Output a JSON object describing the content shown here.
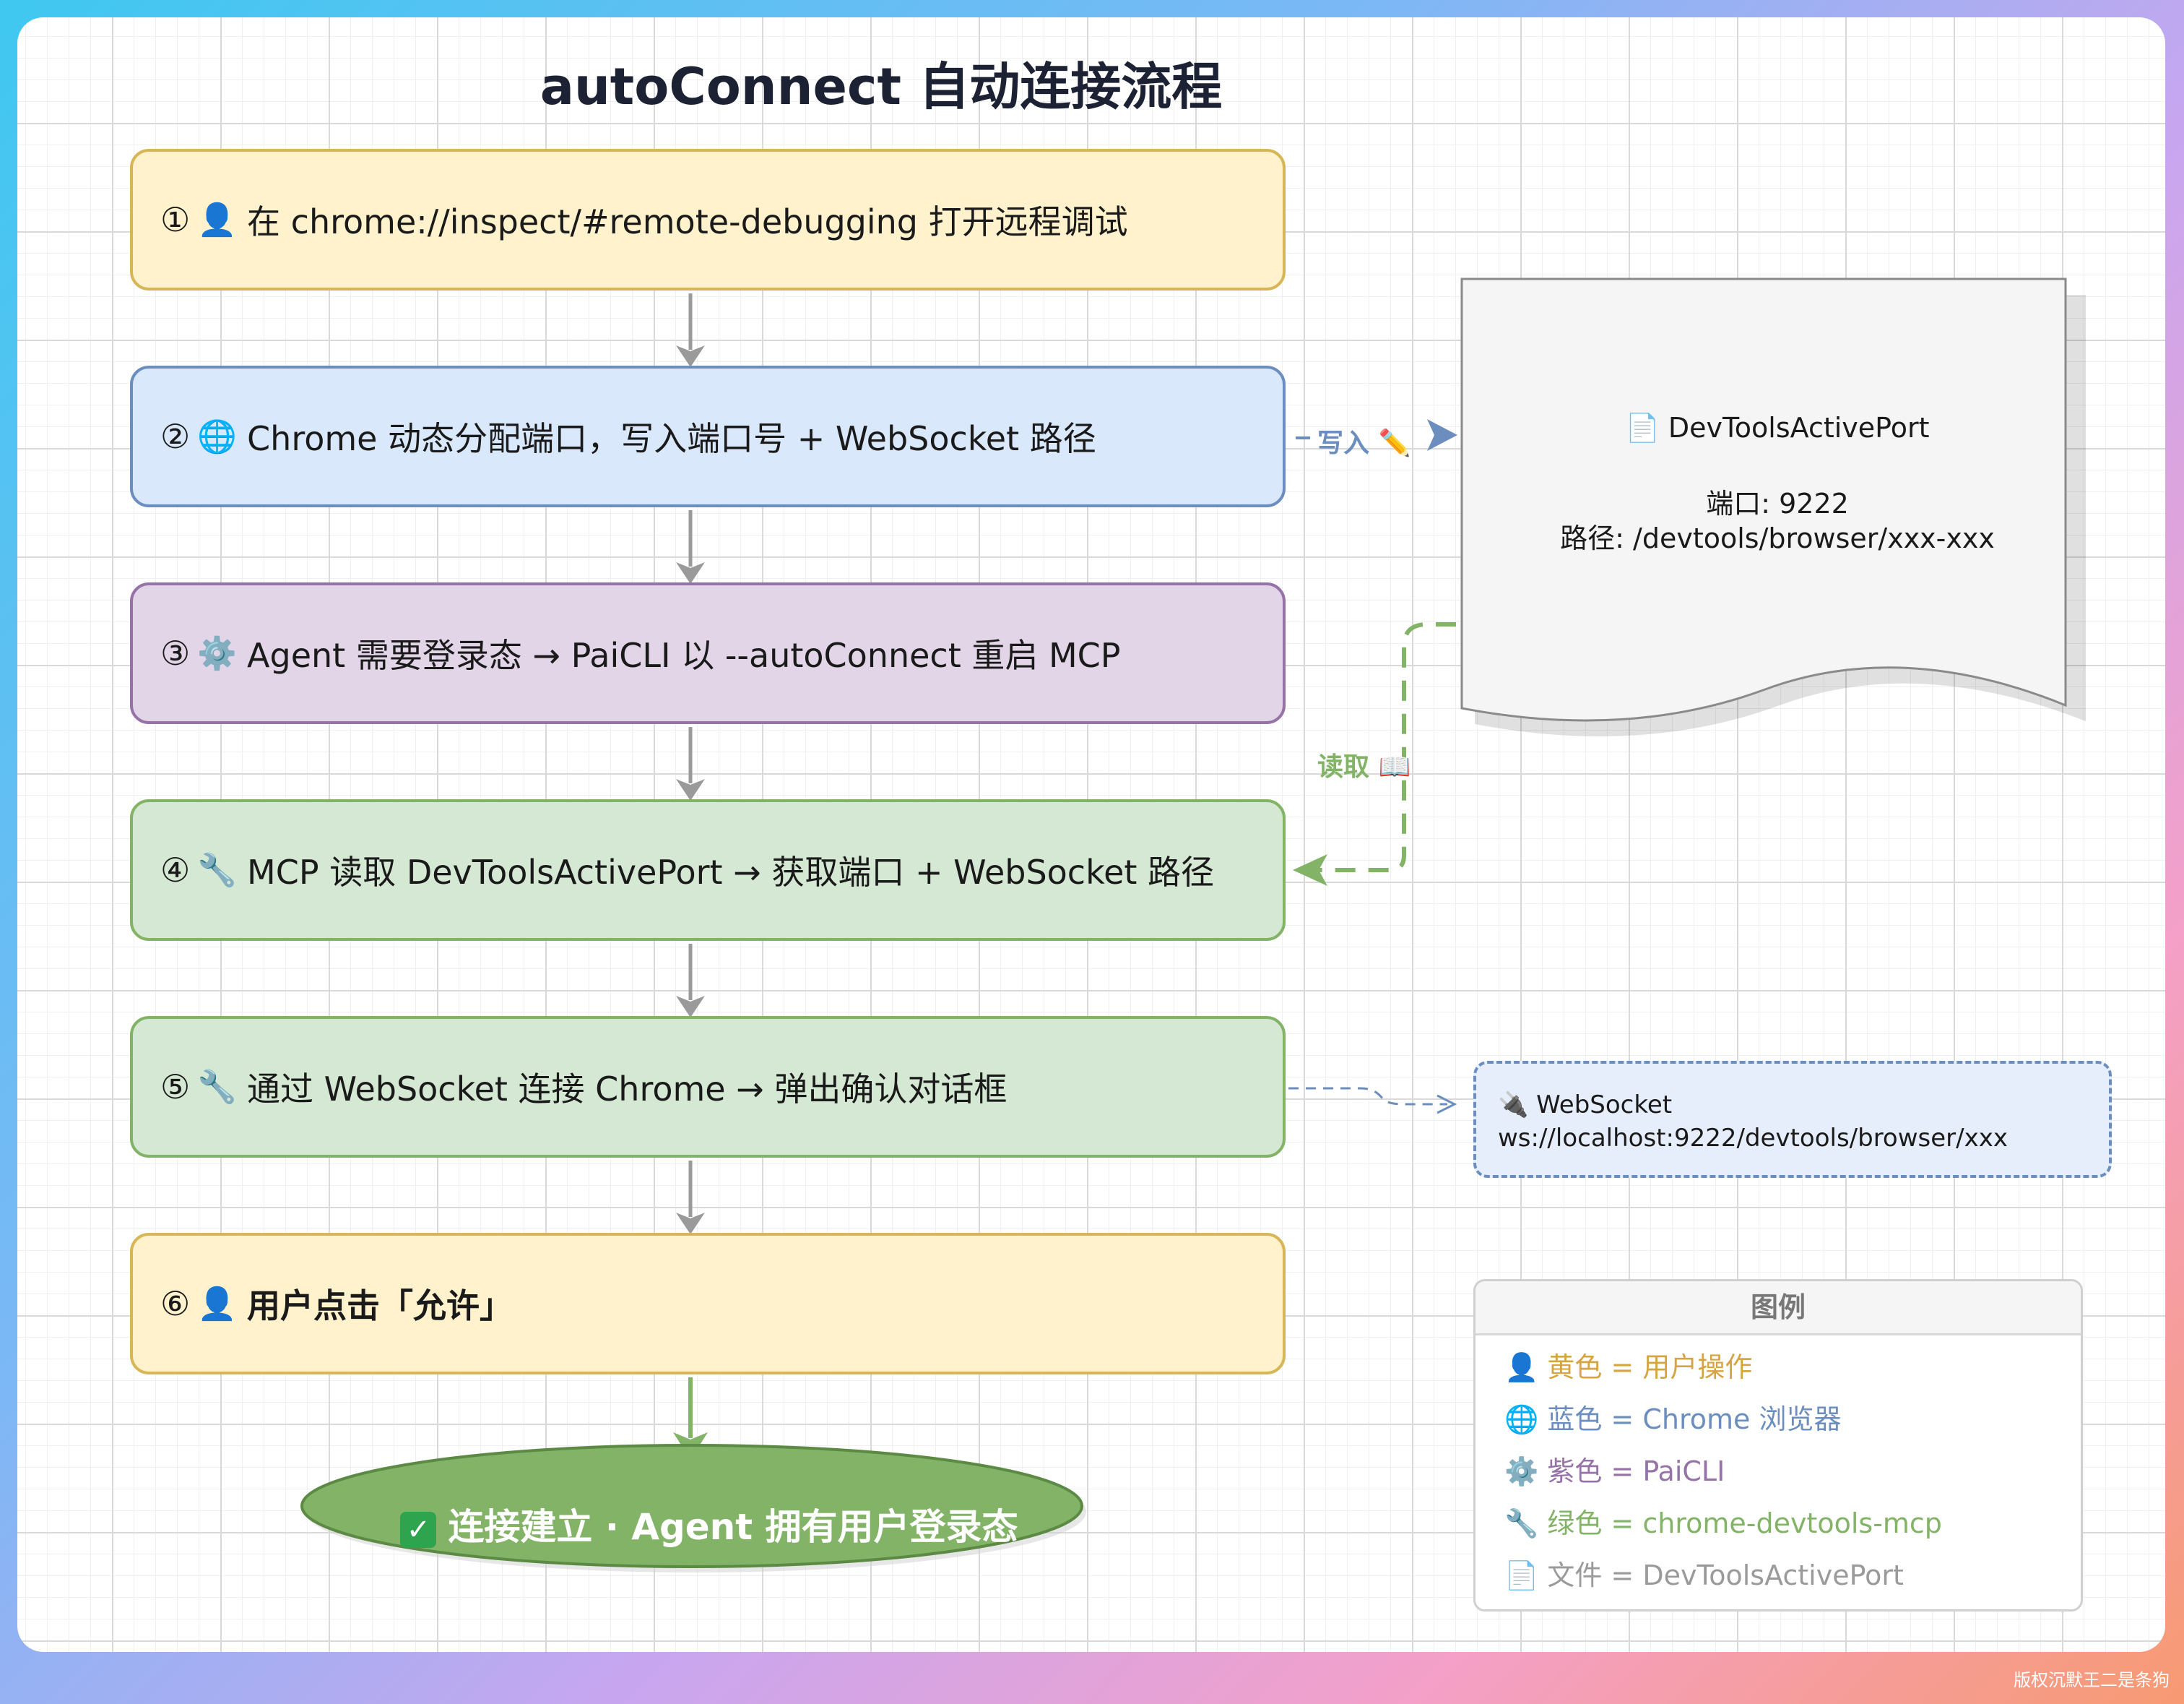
{
  "title": "autoConnect 自动连接流程",
  "steps": [
    {
      "num": "①",
      "icon": "👤",
      "text": "在 chrome://inspect/#remote-debugging 打开远程调试"
    },
    {
      "num": "②",
      "icon": "🌐",
      "text": "Chrome 动态分配端口，写入端口号 + WebSocket 路径"
    },
    {
      "num": "③",
      "icon": "⚙️",
      "text": "Agent 需要登录态 → PaiCLI 以 --autoConnect 重启 MCP"
    },
    {
      "num": "④",
      "icon": "🔧",
      "text": "MCP 读取 DevToolsActivePort → 获取端口 + WebSocket 路径"
    },
    {
      "num": "⑤",
      "icon": "🔧",
      "text": "通过 WebSocket 连接 Chrome → 弹出确认对话框"
    },
    {
      "num": "⑥",
      "icon": "👤",
      "text": "用户点击「允许」"
    }
  ],
  "final": {
    "icon": "✓",
    "text": "连接建立 · Agent 拥有用户登录态"
  },
  "file": {
    "icon": "📄",
    "name": "DevToolsActivePort",
    "port": "端口: 9222",
    "path": "路径: /devtools/browser/xxx-xxx"
  },
  "edges": {
    "write_label": "写入 ✏️",
    "read_label": "读取 📖"
  },
  "websocket": {
    "icon": "🔌",
    "title": "WebSocket",
    "url": "ws://localhost:9222/devtools/browser/xxx"
  },
  "legend": {
    "title": "图例",
    "items": [
      {
        "icon": "👤",
        "text": "黄色 = 用户操作",
        "color": "#d6a542"
      },
      {
        "icon": "🌐",
        "text": "蓝色 = Chrome 浏览器",
        "color": "#6c8ebf"
      },
      {
        "icon": "⚙️",
        "text": "紫色 = PaiCLI",
        "color": "#9673a6"
      },
      {
        "icon": "🔧",
        "text": "绿色 = chrome-devtools-mcp",
        "color": "#82b366"
      },
      {
        "icon": "📄",
        "text": "文件 = DevToolsActivePort",
        "color": "#9a9a9a"
      }
    ]
  },
  "watermark": "版权沉默王二是条狗",
  "colors": {
    "yellow_fill": "#fff2cc",
    "yellow_stroke": "#d6b656",
    "blue_fill": "#dae8fc",
    "blue_stroke": "#6c8ebf",
    "purple_fill": "#e1d5e7",
    "purple_stroke": "#9673a6",
    "green_fill": "#d5e8d4",
    "green_stroke": "#82b366",
    "final_fill": "#82b366"
  }
}
